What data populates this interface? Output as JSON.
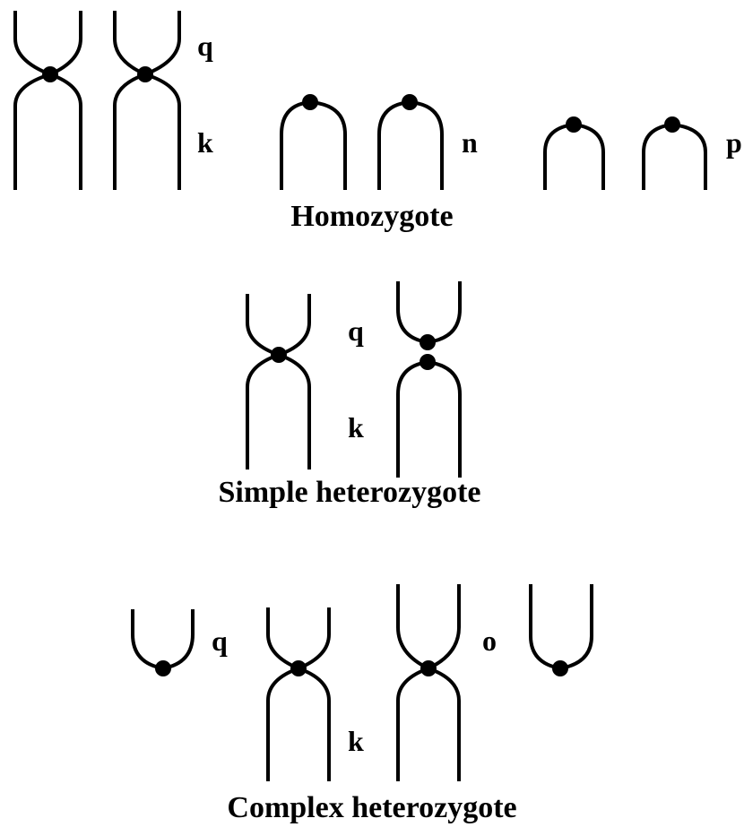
{
  "homozygote": {
    "caption": "Homozygote",
    "labels": {
      "q": "q",
      "k": "k",
      "n": "n",
      "p": "p"
    }
  },
  "simple": {
    "caption": "Simple heterozygote",
    "labels": {
      "q": "q",
      "k": "k"
    }
  },
  "complex": {
    "caption": "Complex heterozygote",
    "labels": {
      "q": "q",
      "k": "k",
      "o": "o"
    }
  }
}
